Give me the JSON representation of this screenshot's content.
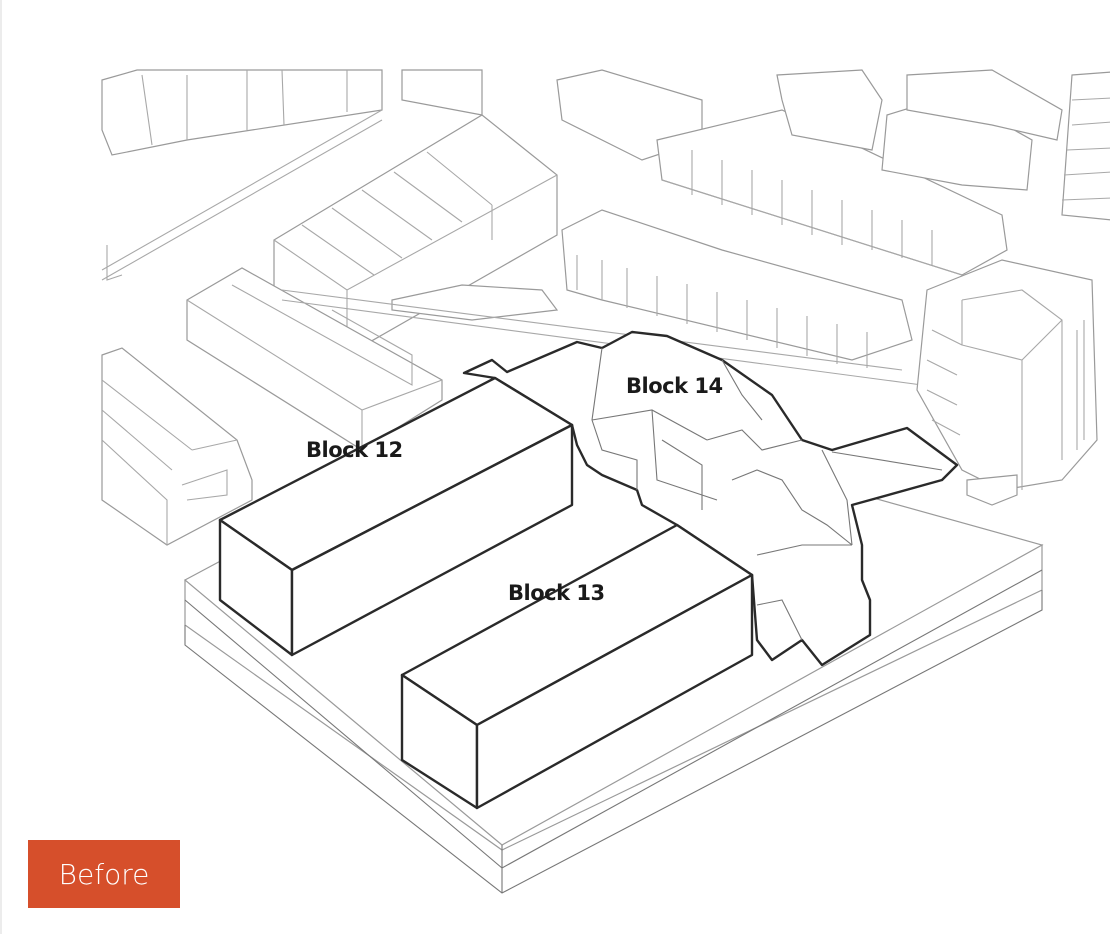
{
  "labels": {
    "block12": "Block 12",
    "block13": "Block 13",
    "block14": "Block 14"
  },
  "badge": "Before",
  "colors": {
    "badge": "#d64f2b",
    "outline": "#2a2a2a",
    "context": "#9a9a9a"
  }
}
